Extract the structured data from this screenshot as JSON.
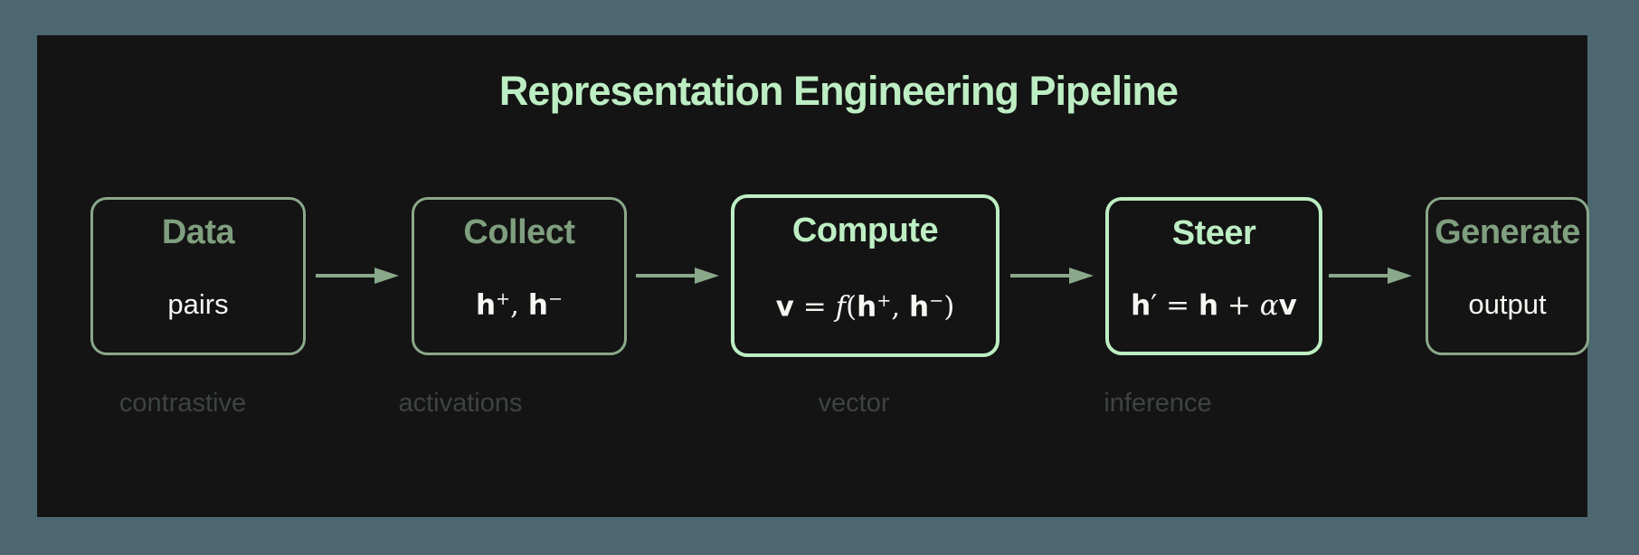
{
  "title": "Representation Engineering Pipeline",
  "colors": {
    "background": "#4c676f",
    "panel": "#141414",
    "muted_green": "#8aa88a",
    "muted_text": "#7f9f7f",
    "bright_green": "#bdeec3",
    "white_text": "#f5f7f2",
    "caption_gray": "#3d4440"
  },
  "stages": [
    {
      "title": "Data",
      "detail": "pairs",
      "caption": "contrastive",
      "highlight": false
    },
    {
      "title": "Collect",
      "formula": "h⁺, h⁻",
      "formula_segments": [
        {
          "s": "b",
          "x": "h"
        },
        {
          "s": "sup",
          "x": "+"
        },
        {
          "s": "p",
          "x": ", "
        },
        {
          "s": "b",
          "x": "h"
        },
        {
          "s": "sup",
          "x": "−"
        }
      ],
      "caption": "activations",
      "highlight": false
    },
    {
      "title": "Compute",
      "formula": "v = f(h⁺, h⁻)",
      "formula_segments": [
        {
          "s": "b",
          "x": "v"
        },
        {
          "s": "p",
          "x": " = "
        },
        {
          "s": "i",
          "x": "f"
        },
        {
          "s": "p",
          "x": "("
        },
        {
          "s": "b",
          "x": "h"
        },
        {
          "s": "sup",
          "x": "+"
        },
        {
          "s": "p",
          "x": ", "
        },
        {
          "s": "b",
          "x": "h"
        },
        {
          "s": "sup",
          "x": "−"
        },
        {
          "s": "p",
          "x": ")"
        }
      ],
      "caption": "vector",
      "highlight": true
    },
    {
      "title": "Steer",
      "formula": "h′ = h + αv",
      "formula_segments": [
        {
          "s": "b",
          "x": "h"
        },
        {
          "s": "p",
          "x": "′ = "
        },
        {
          "s": "b",
          "x": "h"
        },
        {
          "s": "p",
          "x": " + "
        },
        {
          "s": "i",
          "x": "α"
        },
        {
          "s": "b",
          "x": "v"
        }
      ],
      "caption": "inference",
      "highlight": true
    },
    {
      "title": "Generate",
      "detail": "output",
      "highlight": false
    }
  ]
}
